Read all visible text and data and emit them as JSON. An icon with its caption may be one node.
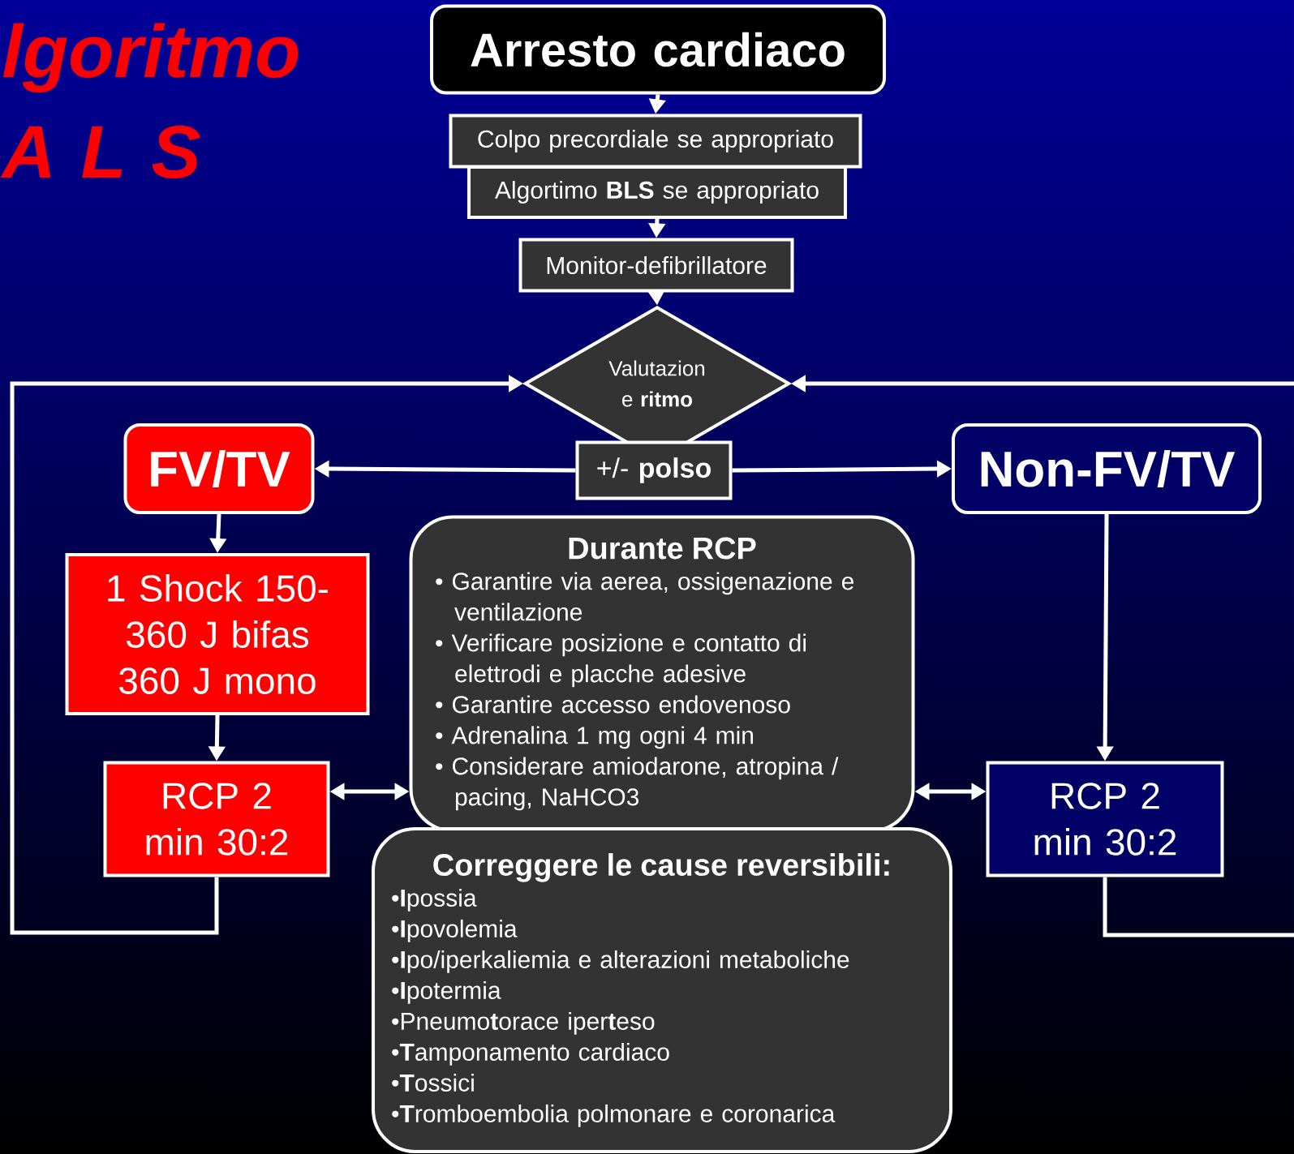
{
  "diagram": {
    "title": "lgoritmo A L S",
    "nodes": [
      {
        "text": [
          "Arresto cardiaco"
        ]
      },
      {
        "text": [
          "Colpo precordiale se appropriato"
        ]
      },
      {
        "text": [
          "Algortimo **BLS** se appropriato"
        ]
      },
      {
        "text": [
          "Monitor-defibrillatore"
        ]
      },
      {
        "text": [
          "Valutazion e **ritmo**"
        ]
      },
      {
        "text": [
          "+/- **polso**"
        ]
      },
      {
        "text": [
          "FV/TV"
        ]
      },
      {
        "text": [
          "Non-FV/TV"
        ]
      },
      {
        "text": [
          "1 Shock 150-360 J bifas 360 J mono"
        ]
      },
      {
        "text": [
          "RCP 2 min 30:2"
        ]
      },
      {
        "text": [
          "Durante RCP",
          "• Garantire via aerea, ossigenazione e ventilazione",
          "• Verificare posizione e contatto di elettrodi e placche adesive",
          "• Garantire accesso endovenoso",
          "• Adrenalina 1 mg ogni 4 min",
          "• Considerare amiodarone, atropina / pacing, NaHCO3"
        ]
      },
      {
        "text": [
          "Correggere le cause reversibili:",
          "•**I**possia",
          "•**I**povolemia",
          "•**I**po/iperkaliemia e alterazioni metaboliche",
          "•**I**potermia",
          "•Pneumo**t**orace iper**t**eso",
          "•**T**amponamento cardiaco",
          "•**T**ossici",
          "•**T**romboembolia polmonare e coronarica"
        ]
      },
      {
        "text": [
          "RCP 2 min 30:2"
        ]
      }
    ],
    "edges": [
      {
        "from": 0,
        "to": 1,
        "arrow": "to"
      },
      {
        "from": 2,
        "to": 3,
        "arrow": "to"
      },
      {
        "from": 3,
        "to": 4,
        "arrow": "to"
      },
      {
        "from": 5,
        "to": 6,
        "arrow": "to"
      },
      {
        "from": 5,
        "to": 7,
        "arrow": "to"
      },
      {
        "from": 6,
        "to": 8,
        "arrow": "to"
      },
      {
        "from": 8,
        "to": 9,
        "arrow": "to"
      },
      {
        "from": 9,
        "to": 10,
        "arrow": "both"
      },
      {
        "from": 10,
        "to": 12,
        "arrow": "both"
      },
      {
        "from": 7,
        "to": 12,
        "arrow": "to"
      },
      {
        "from": 9,
        "to": 4,
        "arrow": "to"
      },
      {
        "from": 12,
        "to": 4,
        "arrow": "to"
      }
    ]
  }
}
